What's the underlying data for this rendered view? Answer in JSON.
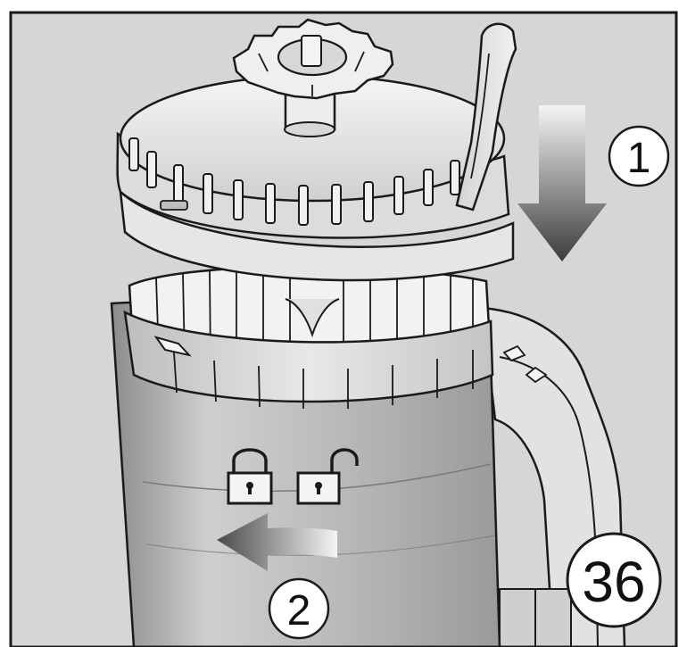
{
  "diagram": {
    "callouts": {
      "step_1": "1",
      "step_2": "2",
      "figure_number": "36"
    },
    "icons": {
      "locked": "lock-closed-icon",
      "unlocked": "lock-open-icon",
      "arrow_down": "arrow-down-icon",
      "arrow_left": "arrow-left-icon"
    },
    "colors": {
      "frame": "#1a1a1a",
      "background": "#d6d6d6",
      "plastic_light": "#ededed",
      "plastic_mid": "#c4c4c4",
      "plastic_dark": "#8f8f8f",
      "arrow_dark": "#4a4a4a",
      "arrow_light": "#f2f2f2"
    }
  }
}
